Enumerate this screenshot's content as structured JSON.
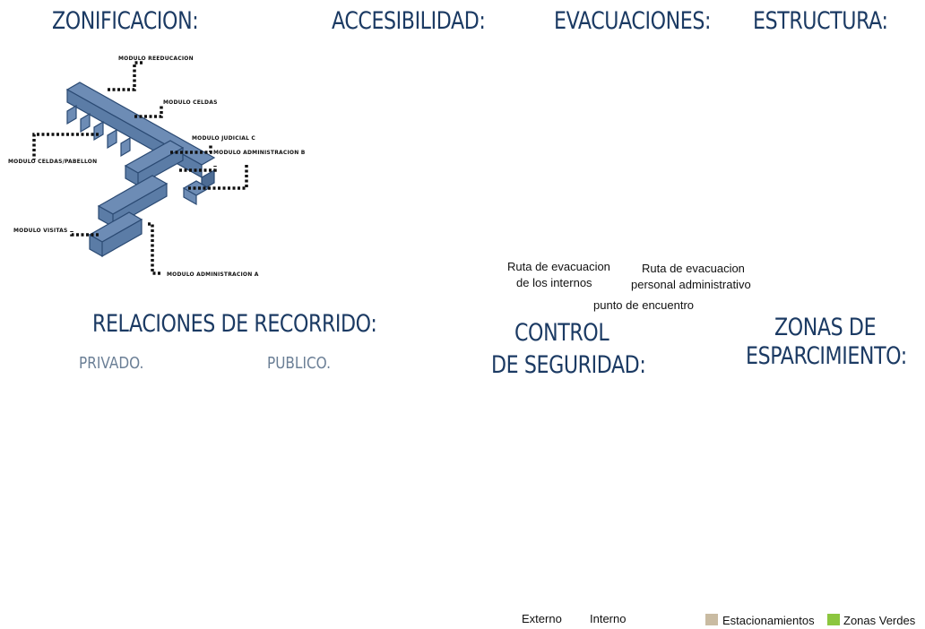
{
  "titles": {
    "zonificacion": "ZONIFICACION:",
    "accesibilidad": "ACCESIBILIDAD:",
    "evacuaciones": "EVACUACIONES:",
    "estructura": "ESTRUCTURA:",
    "relaciones": "RELACIONES DE RECORRIDO:",
    "control_line1": "CONTROL",
    "control_line2": "DE SEGURIDAD:",
    "zonas_line1": "ZONAS DE",
    "zonas_line2": "ESPARCIMIENTO:"
  },
  "subtitles": {
    "privado": "PRIVADO.",
    "publico": "PUBLICO."
  },
  "zonificacion_labels": {
    "reeducacion": "MODULO REEDUCACION",
    "celdas": "MODULO CELDAS",
    "judicial": "MODULO JUDICIAL C",
    "administracion_b": "MODULO ADMINISTRACION B",
    "celdas_pabellon": "MODULO CELDAS/PABELLON",
    "visitas": "MODULO VISITAS",
    "administracion_a": "MODULO ADMINISTRACION A"
  },
  "evac_legend": {
    "internos_line1": "Ruta de evacuacion",
    "internos_line2": "de los internos",
    "personal_line1": "Ruta de evacuacion",
    "personal_line2": "personal administrativo",
    "encuentro": "punto de encuentro"
  },
  "control_legend": {
    "externo": "Externo",
    "interno": "Interno"
  },
  "zonas_legend": {
    "estacionamientos": "Estacionamientos",
    "verdes": "Zonas Verdes"
  },
  "colors": {
    "navy": "#1b3a63",
    "steel": "#5b7ca6",
    "fill": "#6d8cb5",
    "green": "#5fb84a",
    "lightgreen": "#a8d88a",
    "tan": "#c9bba2",
    "verde_swatch": "#8cc63f"
  }
}
